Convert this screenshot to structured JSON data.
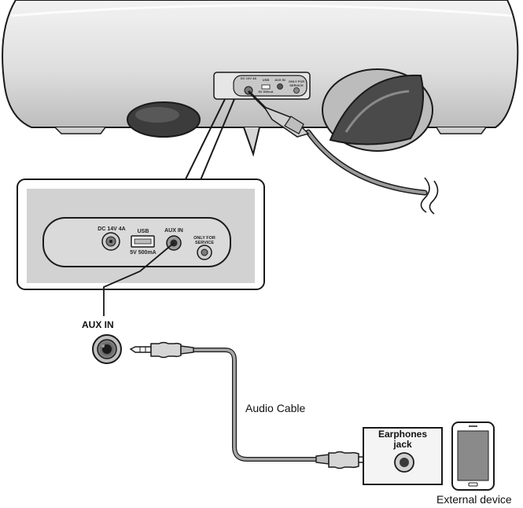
{
  "panel": {
    "dc_label": "DC 14V 4A",
    "usb_label": "USB",
    "usb_spec": "5V 500mA",
    "aux_label": "AUX IN",
    "service_label_line1": "ONLY FOR",
    "service_label_line2": "SERVICE"
  },
  "labels": {
    "aux_in": "AUX IN",
    "audio_cable": "Audio Cable",
    "earphones_line1": "Earphones",
    "earphones_line2": "jack",
    "external_device": "External device"
  },
  "colors": {
    "outline": "#1a1a1a",
    "speaker_body": "#e4e4e4",
    "panel_bg": "#d2d2d2",
    "cable": "#8a8a8a"
  }
}
